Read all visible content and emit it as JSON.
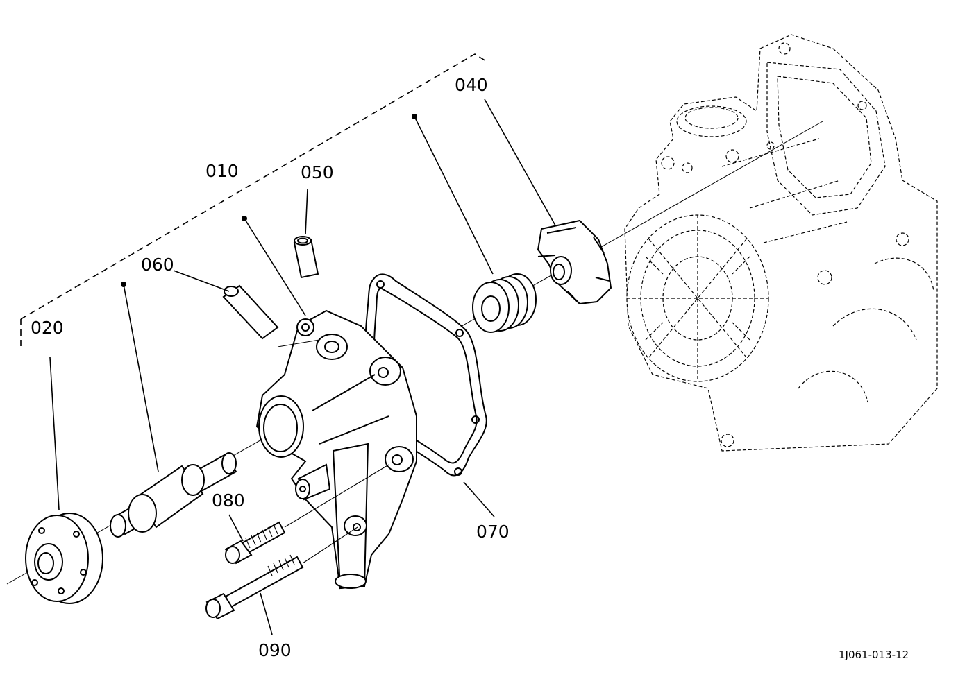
{
  "labels": {
    "p010": "010",
    "p020": "020",
    "p040": "040",
    "p050": "050",
    "p060": "060",
    "p070": "070",
    "p080": "080",
    "p090": "090"
  },
  "document_id": "1J061-013-12"
}
